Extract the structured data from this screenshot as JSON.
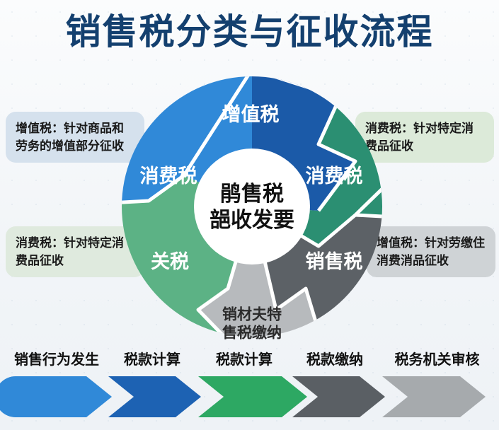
{
  "page": {
    "title": "销售税分类与征收流程",
    "background_color": "#f2f5f8",
    "title_color": "#14406f"
  },
  "notes": [
    {
      "id": "note-top-left",
      "text": "增值税：针对商品和劳务的增值部分征收",
      "bg_color": "#d5e1ed",
      "position": "top-left"
    },
    {
      "id": "note-bottom-left",
      "text": "消费税：针对特定消费品征收",
      "bg_color": "#dfeade",
      "position": "bottom-left"
    },
    {
      "id": "note-top-right",
      "text": "消费税：针对特定消费品征收",
      "bg_color": "#dcead9",
      "position": "top-right"
    },
    {
      "id": "note-bottom-right",
      "text": "增值税：针对劳缴住消费消品征收",
      "bg_color": "#cfd3d6",
      "position": "bottom-right"
    }
  ],
  "donut": {
    "center_line1": "鹃售税",
    "center_line2": "郶收发要",
    "center_bg": "#ffffff",
    "segments": [
      {
        "id": "segment-vat-top",
        "label": "增值税",
        "color": "#1b5aa8",
        "label_color": "#ffffff"
      },
      {
        "id": "segment-consumption-right",
        "label": "消费税",
        "color": "#2b8f72",
        "label_color": "#ffffff"
      },
      {
        "id": "segment-sales-right",
        "label": "销售税",
        "color": "#5c6166",
        "label_color": "#ffffff"
      },
      {
        "id": "segment-bottom-note",
        "label": "销材夫特售税缴纳",
        "label_line1": "销材夫特",
        "label_line2": "售税缴纳",
        "color": "#b7babd",
        "label_color": "#2b2b2b"
      },
      {
        "id": "segment-tariff-left",
        "label": "关税",
        "color": "#5cb285",
        "label_color": "#ffffff"
      },
      {
        "id": "segment-consumption-left",
        "label": "消费税",
        "color": "#3089d8",
        "label_color": "#ffffff"
      }
    ]
  },
  "flow": {
    "steps": [
      {
        "id": "flow-step-1",
        "label": "销售行为发生",
        "color": "#3089d8"
      },
      {
        "id": "flow-step-2",
        "label": "税款计算",
        "color": "#1d62b3"
      },
      {
        "id": "flow-step-3",
        "label": "税款计算",
        "color": "#2da863"
      },
      {
        "id": "flow-step-4",
        "label": "税款缴纳",
        "color": "#5a5f64"
      },
      {
        "id": "flow-step-5",
        "label": "税务机关审核",
        "color": "#a6aaad"
      }
    ]
  }
}
